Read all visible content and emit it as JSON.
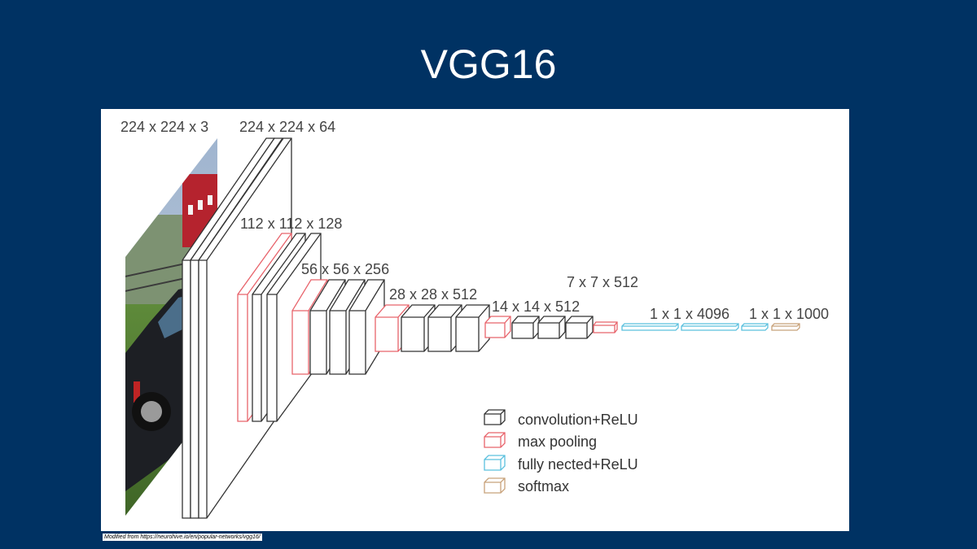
{
  "title": "VGG16",
  "caption": "Modified from https://neurohive.io/en/popular-networks/vgg16/",
  "colors": {
    "background": "#003263",
    "convolution": "#333333",
    "max_pooling": "#e8636b",
    "fully_connected": "#5bc0de",
    "softmax": "#c8a27a"
  },
  "diagram": {
    "input_label": "224 x 224 x 3",
    "stage1_label": "224 x 224 x 64",
    "stage2_label": "112 x 112 x 128",
    "stage3_label": "56 x 56 x 256",
    "stage4_label": "28 x 28 x 512",
    "stage5_label": "14 x 14 x 512",
    "stage6_label": "7 x 7 x 512",
    "fc_label": "1 x 1 x 4096",
    "softmax_label": "1 x 1 x 1000"
  },
  "legend": [
    {
      "label": "convolution+ReLU",
      "type": "convolution"
    },
    {
      "label": "max pooling",
      "type": "max_pooling"
    },
    {
      "label": "fully nected+ReLU",
      "type": "fully_connected"
    },
    {
      "label": "softmax",
      "type": "softmax"
    }
  ]
}
